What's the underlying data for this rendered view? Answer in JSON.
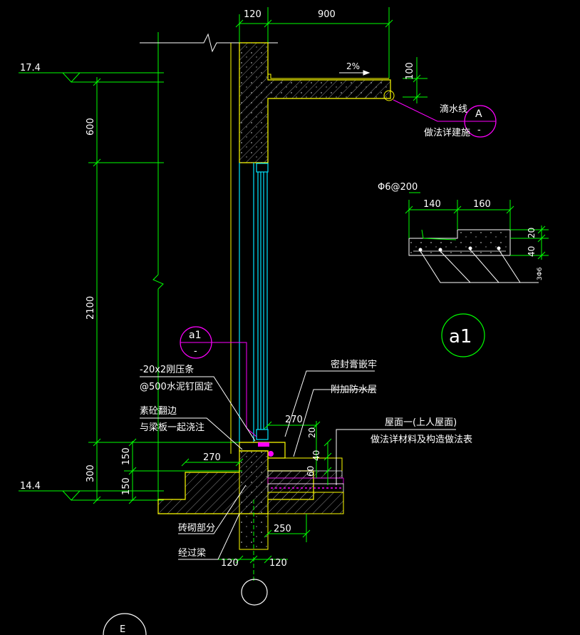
{
  "colors": {
    "background": "#000000",
    "dimension": "#00ff00",
    "structure": "#ffff00",
    "window": "#00e5ff",
    "leader": "#ff00ff",
    "text": "#ffffff"
  },
  "levels": {
    "top": "17.4",
    "bottom": "14.4"
  },
  "dimensions": {
    "top_wall": "120",
    "top_canopy": "900",
    "canopy_thk": "100",
    "v_600": "600",
    "v_2100": "2100",
    "v_300": "300",
    "v_150a": "150",
    "v_150b": "150",
    "sill_270": "270",
    "ledge_270": "270",
    "d_20": "20",
    "d_40": "40",
    "d_60": "60",
    "d_250": "250",
    "b_120a": "120",
    "b_120b": "120"
  },
  "slope": "2%",
  "detail_a": {
    "rebar": "Φ6@200",
    "d_140": "140",
    "d_160": "160",
    "d_20": "20",
    "d_40": "40",
    "note": "3Φ6"
  },
  "callouts": {
    "A_top": "A",
    "A_bottom": "-",
    "a1_left_top": "a1",
    "a1_left_bottom": "-",
    "a1_big": "a1",
    "axis_partial": "E"
  },
  "notes": {
    "drip": "滴水线",
    "drip_ref": "做法详建施",
    "steel_strip": "-20x2刚压条",
    "nail_fix": "@500水泥钉固定",
    "concrete_edge": "素砼翻边",
    "cast_together": "与梁板一起浇注",
    "sealant": "密封膏嵌牢",
    "waterproof": "附加防水层",
    "roof_type": "屋面一(上人屋面)",
    "roof_ref": "做法详材料及构造做法表",
    "brick": "砖砌部分",
    "lintel": "经过梁"
  }
}
